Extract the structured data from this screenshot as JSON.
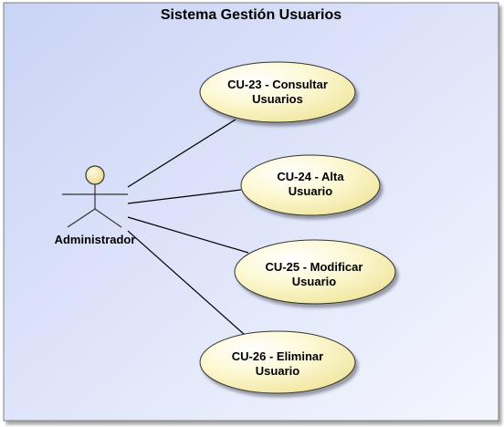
{
  "system": {
    "title": "Sistema Gestión Usuarios"
  },
  "actor": {
    "name": "Administrador"
  },
  "use_cases": [
    {
      "line1": "CU-23 - Consultar",
      "line2": "Usuarios"
    },
    {
      "line1": "CU-24 - Alta",
      "line2": "Usuario"
    },
    {
      "line1": "CU-25 - Modificar",
      "line2": "Usuario"
    },
    {
      "line1": "CU-26 - Eliminar",
      "line2": "Usuario"
    }
  ],
  "colors": {
    "boundary_fill_top": "#c9d3f5",
    "boundary_fill_bottom": "#eef1fd",
    "boundary_stroke": "#7f7f7f",
    "ellipse_fill_light": "#ffffee",
    "ellipse_fill_dark": "#f4eaa4",
    "ellipse_stroke": "#333333",
    "actor_head": "#f6e7a3"
  }
}
